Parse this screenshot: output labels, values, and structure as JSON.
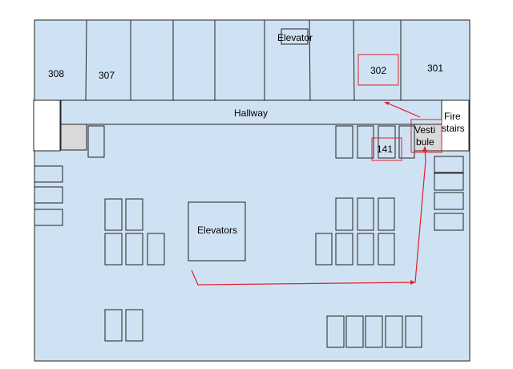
{
  "colors": {
    "floor": "#cfe2f3",
    "line": "#222222",
    "route": "#e0202a",
    "stair_gray": "#d9d9d9",
    "white": "#ffffff"
  },
  "rooms": {
    "r308": "308",
    "r307": "307",
    "r302": "302",
    "r301": "301",
    "r141": "141"
  },
  "labels": {
    "elevator_top": "Elevator",
    "hallway": "Hallway",
    "fire_stairs_line1": "Fire",
    "fire_stairs_line2": "stairs",
    "vestibule_line1": "Vesti",
    "vestibule_line2": "bule",
    "elevators": "Elevators"
  }
}
